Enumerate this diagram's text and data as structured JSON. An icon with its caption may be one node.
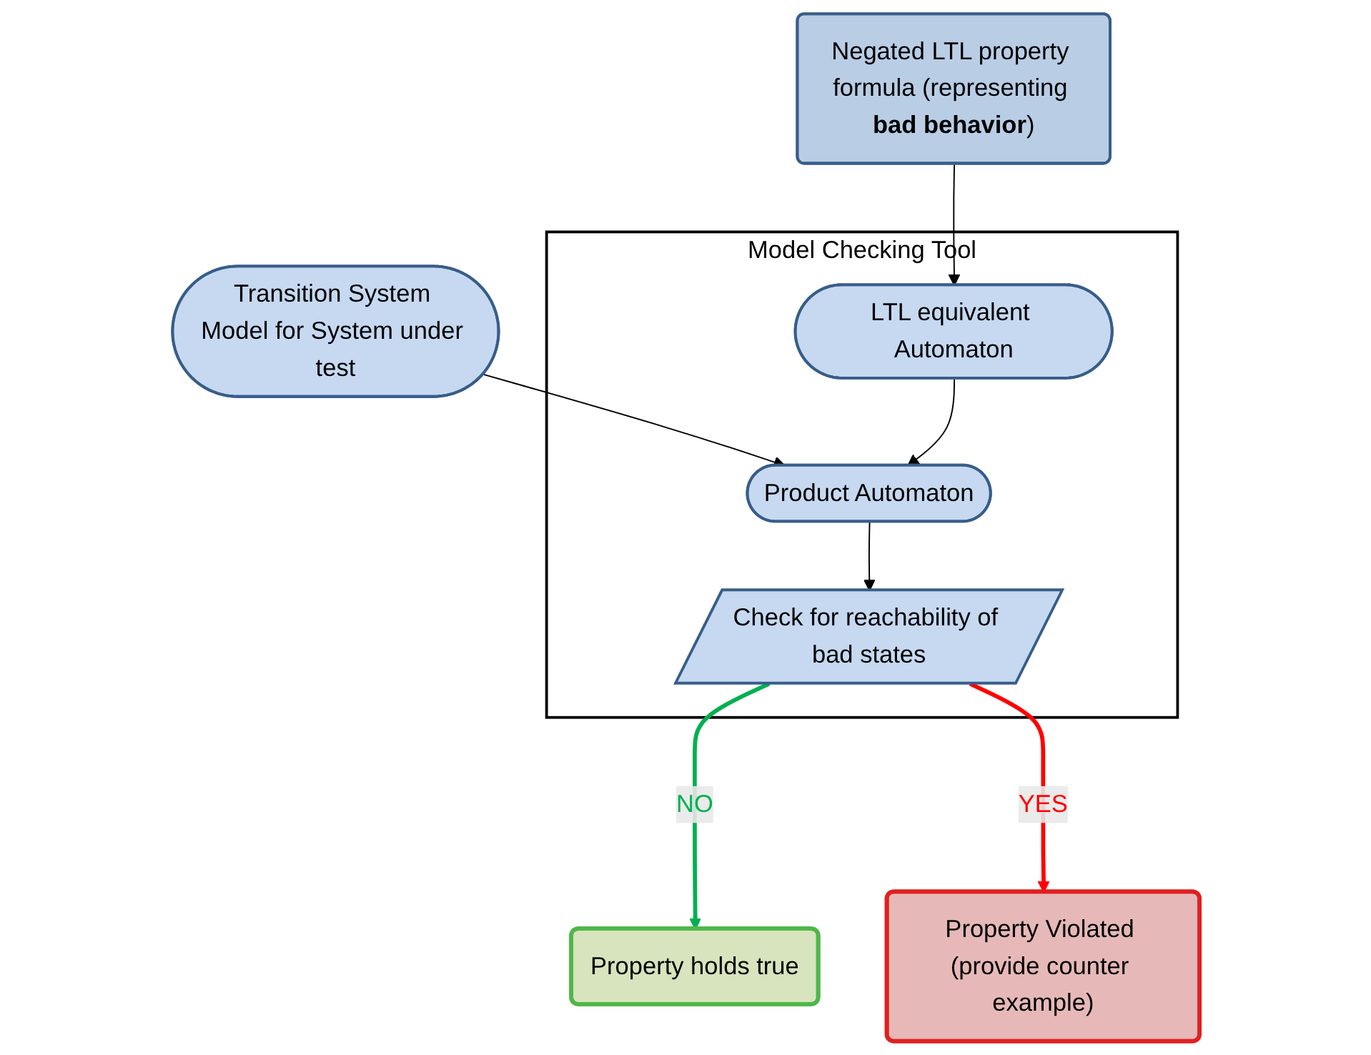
{
  "diagram": {
    "nodes": [
      {
        "text": [
          "Transition System Model for System under test"
        ]
      },
      {
        "text": [
          "Negated LTL property formula (representing **bad behavior**)"
        ]
      },
      {
        "text": [
          "Model Checking Tool"
        ]
      },
      {
        "text": [
          "LTL equivalent Automaton"
        ],
        "in": 2
      },
      {
        "text": [
          "Product Automaton"
        ],
        "in": 2
      },
      {
        "text": [
          "Check for reachability of bad states"
        ],
        "in": 2
      },
      {
        "text": [
          "Property holds true"
        ]
      },
      {
        "text": [
          "Property Violated (provide counter example)"
        ]
      }
    ],
    "edges": [
      {
        "from": 0,
        "to": 4,
        "arrow": "to"
      },
      {
        "from": 1,
        "to": 3,
        "arrow": "to"
      },
      {
        "from": 3,
        "to": 4,
        "arrow": "to"
      },
      {
        "from": 4,
        "to": 5,
        "arrow": "to"
      },
      {
        "from": 5,
        "to": 6,
        "arrow": "to",
        "label": "NO",
        "style": "thick",
        "color": "#00b050"
      },
      {
        "from": 5,
        "to": 7,
        "arrow": "to",
        "label": "YES",
        "style": "thick",
        "color": "#ff0000"
      }
    ]
  }
}
